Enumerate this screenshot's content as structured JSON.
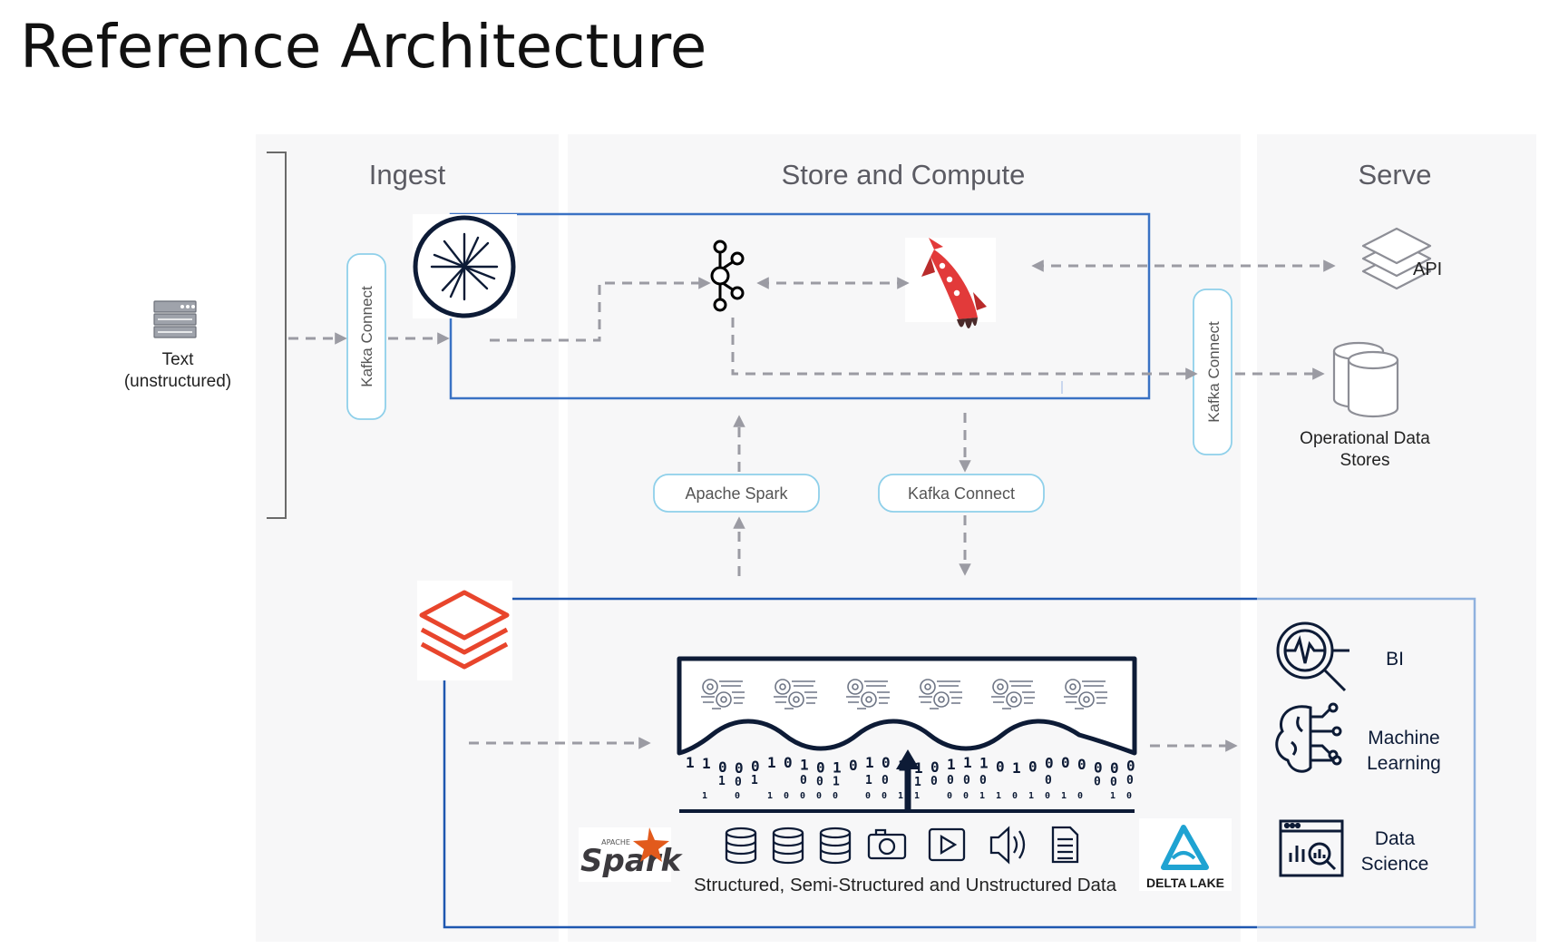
{
  "page_title": "Reference Architecture",
  "columns": {
    "ingest": "Ingest",
    "store_compute": "Store and Compute",
    "serve": "Serve"
  },
  "source": {
    "line1": "Text",
    "line2": "(unstructured)",
    "icon": "server-rack-icon"
  },
  "connectors": {
    "ingest_kafka_connect": "Kafka Connect",
    "serve_kafka_connect": "Kafka Connect",
    "apache_spark": "Apache Spark",
    "kafka_connect_down": "Kafka Connect"
  },
  "serve": {
    "api": "API",
    "operational_line1": "Operational Data",
    "operational_line2": "Stores"
  },
  "lakehouse": {
    "caption": "Structured, Semi-Structured and Unstructured Data",
    "data_icons": [
      "database-icon",
      "database-icon",
      "database-icon",
      "camera-icon",
      "video-play-icon",
      "audio-speaker-icon",
      "document-icon"
    ]
  },
  "logos": {
    "confluent": "confluent-logo-icon",
    "kafka": "kafka-logo-icon",
    "ksqldb": "ksqldb-rocket-logo-icon",
    "databricks": "databricks-logo-icon",
    "spark_small": "APACHE",
    "spark_word": "Spark",
    "delta_lake": "DELTA LAKE"
  },
  "consumers": {
    "bi": "BI",
    "ml_line1": "Machine",
    "ml_line2": "Learning",
    "ds_line1": "Data",
    "ds_line2": "Science"
  },
  "colors": {
    "panel_bg": "#f7f7f8",
    "stream_box": "#3a72c4",
    "lake_box_left": "#1e57b0",
    "lake_box_right": "#8fb1de",
    "connector_border": "#8fd0ea",
    "arrow_gray": "#9b9ba3",
    "navy": "#0d1b36",
    "databricks_red": "#e8452c",
    "delta_teal": "#1fa3d2"
  }
}
